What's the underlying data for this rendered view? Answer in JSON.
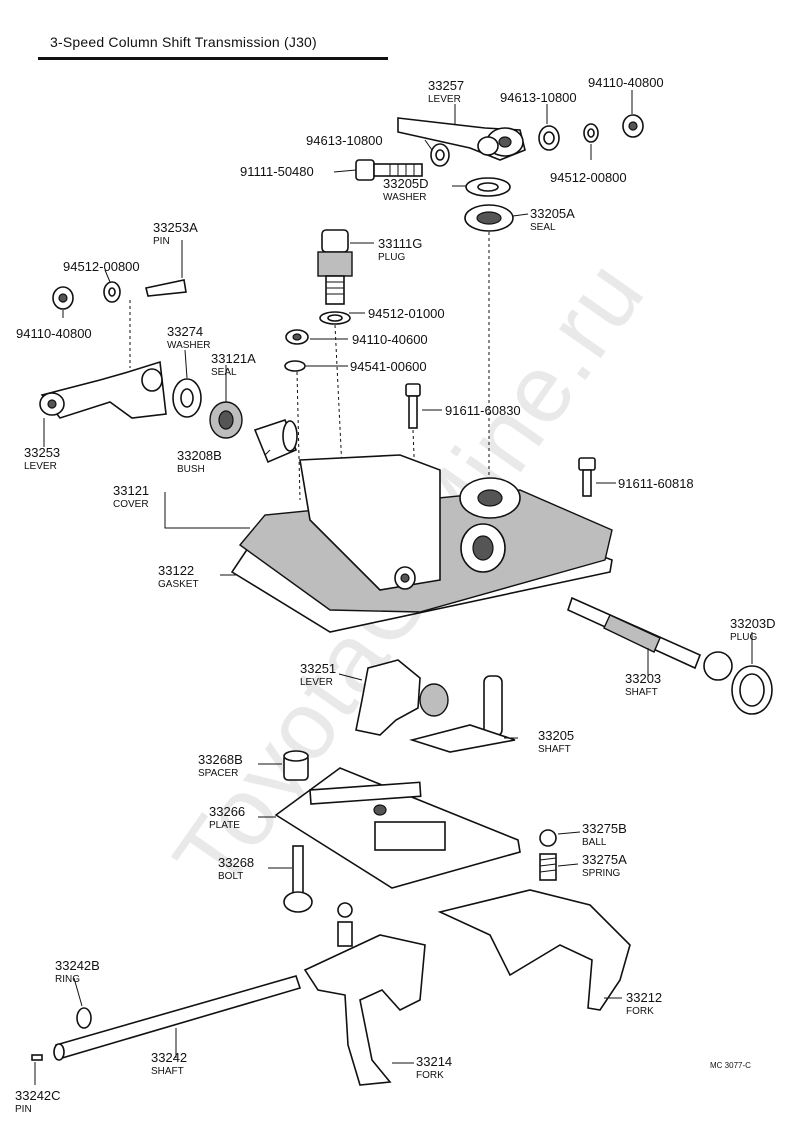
{
  "title": "3-Speed Column Shift Transmission (J30)",
  "watermark": "ToyotaGrMine.ru",
  "diagram_code": "MC 3077-C",
  "parts": [
    {
      "id": "p33257",
      "number": "33257",
      "name": "LEVER"
    },
    {
      "id": "p94613a",
      "number": "94613-10800",
      "name": ""
    },
    {
      "id": "p94613b",
      "number": "94613-10800",
      "name": ""
    },
    {
      "id": "p94110a",
      "number": "94110-40800",
      "name": ""
    },
    {
      "id": "p91111",
      "number": "91111-50480",
      "name": ""
    },
    {
      "id": "p33205d",
      "number": "33205D",
      "name": "WASHER"
    },
    {
      "id": "p94512a",
      "number": "94512-00800",
      "name": ""
    },
    {
      "id": "p33205a",
      "number": "33205A",
      "name": "SEAL"
    },
    {
      "id": "p33253a",
      "number": "33253A",
      "name": "PIN"
    },
    {
      "id": "p33111g",
      "number": "33111G",
      "name": "PLUG"
    },
    {
      "id": "p94512b",
      "number": "94512-00800",
      "name": ""
    },
    {
      "id": "p94512c",
      "number": "94512-01000",
      "name": ""
    },
    {
      "id": "p94110b",
      "number": "94110-40800",
      "name": ""
    },
    {
      "id": "p33274",
      "number": "33274",
      "name": "WASHER"
    },
    {
      "id": "p94110c",
      "number": "94110-40600",
      "name": ""
    },
    {
      "id": "p33121a",
      "number": "33121A",
      "name": "SEAL"
    },
    {
      "id": "p94541",
      "number": "94541-00600",
      "name": ""
    },
    {
      "id": "p91611a",
      "number": "91611-60830",
      "name": ""
    },
    {
      "id": "p33253",
      "number": "33253",
      "name": "LEVER"
    },
    {
      "id": "p33208b",
      "number": "33208B",
      "name": "BUSH"
    },
    {
      "id": "p91611b",
      "number": "91611-60818",
      "name": ""
    },
    {
      "id": "p33121",
      "number": "33121",
      "name": "COVER"
    },
    {
      "id": "p33122",
      "number": "33122",
      "name": "GASKET"
    },
    {
      "id": "p33203d",
      "number": "33203D",
      "name": "PLUG"
    },
    {
      "id": "p33251",
      "number": "33251",
      "name": "LEVER"
    },
    {
      "id": "p33203",
      "number": "33203",
      "name": "SHAFT"
    },
    {
      "id": "p33205",
      "number": "33205",
      "name": "SHAFT"
    },
    {
      "id": "p33268b",
      "number": "33268B",
      "name": "SPACER"
    },
    {
      "id": "p33266",
      "number": "33266",
      "name": "PLATE"
    },
    {
      "id": "p33275b",
      "number": "33275B",
      "name": "BALL"
    },
    {
      "id": "p33268",
      "number": "33268",
      "name": "BOLT"
    },
    {
      "id": "p33275a",
      "number": "33275A",
      "name": "SPRING"
    },
    {
      "id": "p33242b",
      "number": "33242B",
      "name": "RING"
    },
    {
      "id": "p33212",
      "number": "33212",
      "name": "FORK"
    },
    {
      "id": "p33242",
      "number": "33242",
      "name": "SHAFT"
    },
    {
      "id": "p33214",
      "number": "33214",
      "name": "FORK"
    },
    {
      "id": "p33242c",
      "number": "33242C",
      "name": "PIN"
    }
  ]
}
